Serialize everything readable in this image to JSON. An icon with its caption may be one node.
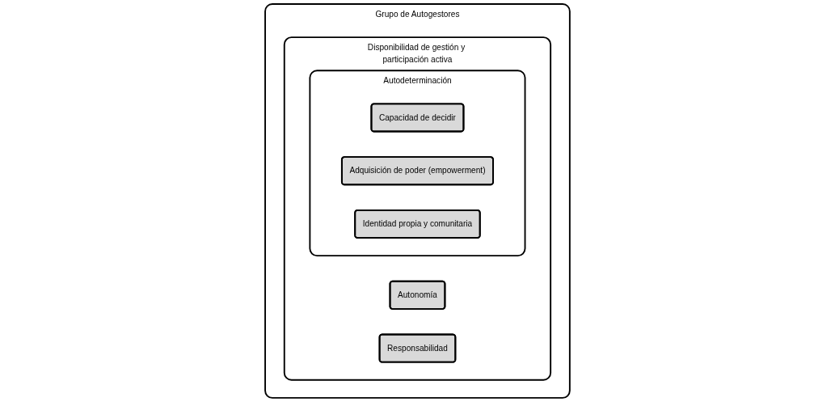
{
  "diagram": {
    "nodes": [
      {
        "text": [
          "Grupo de Autogestores"
        ]
      },
      {
        "text": [
          "Disponibilidad de gestión y participación activa"
        ],
        "in": 0
      },
      {
        "text": [
          "Autonomía"
        ],
        "in": 1
      },
      {
        "text": [
          "Responsabilidad"
        ],
        "in": 1
      },
      {
        "text": [
          "Autodeterminación"
        ],
        "in": 1
      },
      {
        "text": [
          "Capacidad de decidir"
        ],
        "in": 4
      },
      {
        "text": [
          "Adquisición de poder (empowerment)"
        ],
        "in": 4
      },
      {
        "text": [
          "Identidad propia y comunitaria"
        ],
        "in": 4
      }
    ]
  }
}
